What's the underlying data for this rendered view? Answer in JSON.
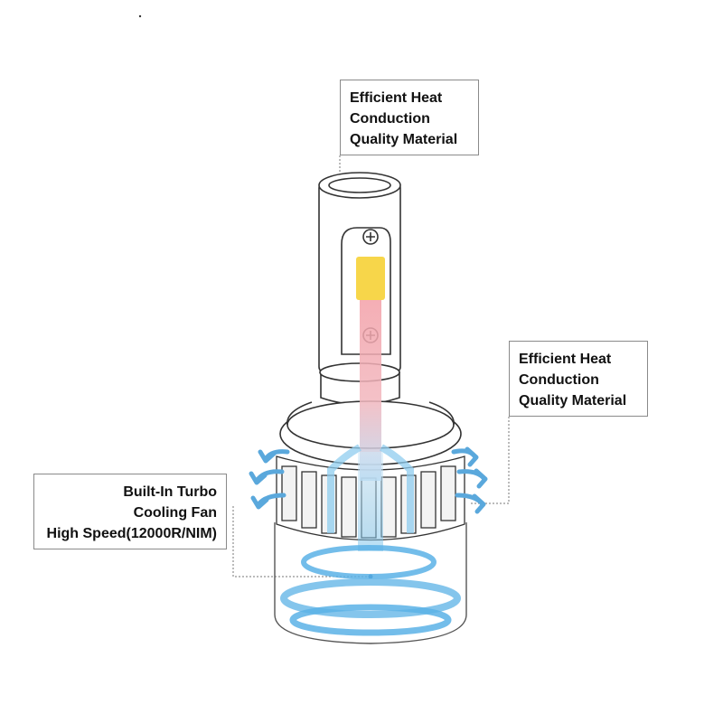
{
  "callouts": {
    "top": {
      "lines": [
        "Efficient Heat",
        "Conduction",
        "Quality Material"
      ]
    },
    "right": {
      "lines": [
        "Efficient Heat",
        "Conduction",
        "Quality Material"
      ]
    },
    "left": {
      "lines": [
        "Built-In Turbo",
        "Cooling Fan",
        "High Speed(12000R/NIM)"
      ]
    }
  },
  "colors": {
    "chip_yellow": "#f7d64a",
    "heat_pink": "#f1a3aa",
    "cooling_blue": "#7cc3ea",
    "outline": "#333333"
  },
  "icons": [
    "screw-icon",
    "airflow-arrow-icon"
  ]
}
